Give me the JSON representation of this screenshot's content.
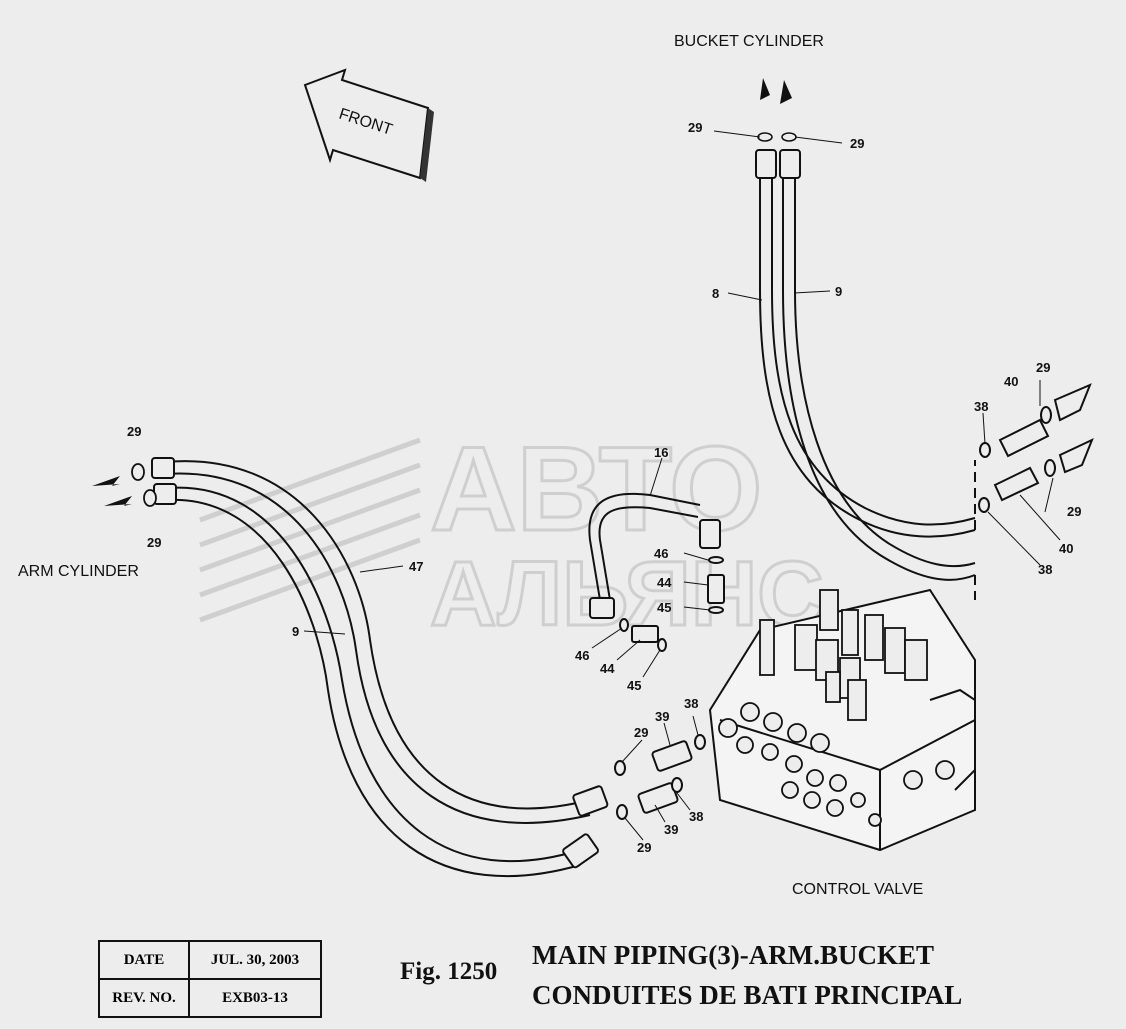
{
  "labels": {
    "bucket_cylinder": "BUCKET CYLINDER",
    "arm_cylinder": "ARM CYLINDER",
    "control_valve": "CONTROL VALVE",
    "front": "FRONT"
  },
  "watermark": {
    "line1": "АВТО",
    "line2": "АЛЬЯНС"
  },
  "callouts": {
    "c29_top_left": "29",
    "c29_top_right": "29",
    "c8": "8",
    "c9_top": "9",
    "c29_arm_top": "29",
    "c29_arm_bottom": "29",
    "c47": "47",
    "c9_left": "9",
    "c16": "16",
    "c46_a": "46",
    "c44_a": "44",
    "c45_a": "45",
    "c46_b": "46",
    "c44_b": "44",
    "c45_b": "45",
    "c38_r1": "38",
    "c40_r1": "40",
    "c29_r1": "29",
    "c29_r2": "29",
    "c40_r2": "40",
    "c38_r2": "38",
    "c38_a": "38",
    "c39_a": "39",
    "c29_a": "29",
    "c38_b": "38",
    "c39_b": "39",
    "c29_b": "29"
  },
  "stamp": {
    "date_label": "DATE",
    "date_value": "JUL. 30, 2003",
    "rev_label": "REV. NO.",
    "rev_value": "EXB03-13"
  },
  "figure": {
    "number": "Fig. 1250",
    "title_line1": "MAIN PIPING(3)-ARM.BUCKET",
    "title_line2": "CONDUITES DE BATI PRINCIPAL"
  }
}
